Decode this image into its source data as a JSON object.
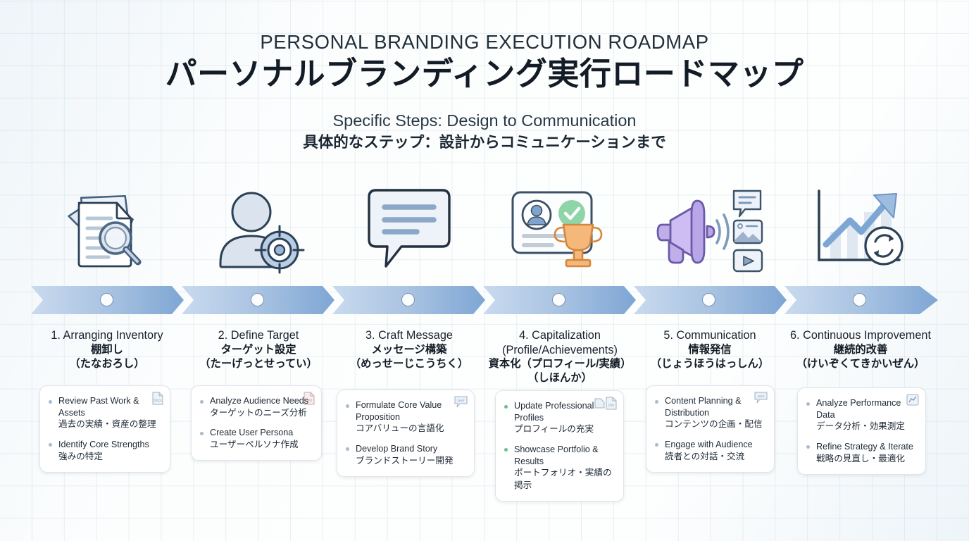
{
  "header": {
    "title_en": "PERSONAL BRANDING EXECUTION ROADMAP",
    "title_jp": "パーソナルブランディング実行ロードマップ",
    "subtitle_en": "Specific Steps: Design to Communication",
    "subtitle_jp": "具体的なステップ：設計からコミュニケーションまで"
  },
  "colors": {
    "band_start": "#c7d8ec",
    "band_end": "#7ea6d4",
    "accent_green": "#6dbd8a",
    "accent_orange": "#f0a868",
    "accent_purple": "#b9a6e8",
    "icon_blue": "#44617f",
    "text_dark": "#16202b"
  },
  "steps": [
    {
      "number": "1.",
      "title_en": "1. Arranging Inventory",
      "title_jp": "棚卸し",
      "title_kana": "（たなおろし）",
      "icon": "documents-magnifier-icon",
      "badges": [
        "doc-badge"
      ],
      "highlight": false,
      "items": [
        {
          "en": "Review Past Work & Assets",
          "jp": "過去の実績・資産の整理"
        },
        {
          "en": "Identify Core Strengths",
          "jp": "強みの特定"
        }
      ]
    },
    {
      "number": "2.",
      "title_en": "2. Define Target",
      "title_jp": "ターゲット設定",
      "title_kana": "（たーげっとせってい）",
      "icon": "person-target-icon",
      "badges": [
        "doc-badge"
      ],
      "highlight": false,
      "items": [
        {
          "en": "Analyze Audience Needs",
          "jp": "ターゲットのニーズ分析"
        },
        {
          "en": "Create User Persona",
          "jp": "ユーザーペルソナ作成"
        }
      ]
    },
    {
      "number": "3.",
      "title_en": "3. Craft Message",
      "title_jp": "メッセージ構築",
      "title_kana": "（めっせーじこうちく）",
      "icon": "speech-bubble-icon",
      "badges": [
        "speech-badge"
      ],
      "highlight": false,
      "items": [
        {
          "en": "Formulate Core Value Proposition",
          "jp": "コアバリューの言語化"
        },
        {
          "en": "Develop Brand Story",
          "jp": "ブランドストーリー開発"
        }
      ]
    },
    {
      "number": "4.",
      "title_en": "4. Capitalization (Profile/Achievements)",
      "title_jp": "資本化（プロフィール/実績）",
      "title_kana": "（しほんか）",
      "icon": "profile-trophy-icon",
      "badges": [
        "doc-badge",
        "doc-badge"
      ],
      "highlight": true,
      "items": [
        {
          "en": "Update Professional Profiles",
          "jp": "プロフィールの充実"
        },
        {
          "en": "Showcase Portfolio & Results",
          "jp": "ポートフォリオ・実績の掲示"
        }
      ]
    },
    {
      "number": "5.",
      "title_en": "5. Communication",
      "title_jp": "情報発信",
      "title_kana": "（じょうほうはっしん）",
      "icon": "megaphone-media-icon",
      "badges": [
        "speech-badge"
      ],
      "highlight": false,
      "items": [
        {
          "en": "Content Planning & Distribution",
          "jp": "コンテンツの企画・配信"
        },
        {
          "en": "Engage with Audience",
          "jp": "読者との対話・交流"
        }
      ]
    },
    {
      "number": "6.",
      "title_en": "6. Continuous Improvement",
      "title_jp": "継続的改善",
      "title_kana": "（けいぞくてきかいぜん）",
      "icon": "growth-chart-refresh-icon",
      "badges": [
        "chart-badge"
      ],
      "highlight": false,
      "items": [
        {
          "en": "Analyze Performance Data",
          "jp": "データ分析・効果測定"
        },
        {
          "en": "Refine Strategy & Iterate",
          "jp": "戦略の見直し・最適化"
        }
      ]
    }
  ]
}
